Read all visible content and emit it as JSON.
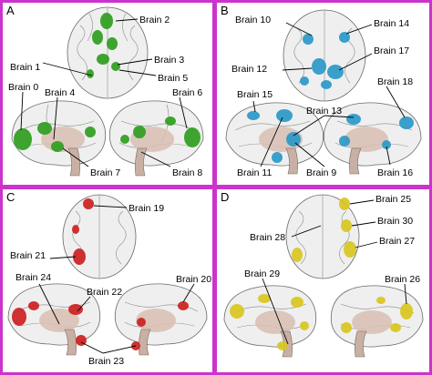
{
  "panels": [
    {
      "letter": "A",
      "blob_color": "#2e9e1e",
      "labels": [
        "Brain 2",
        "Brain 1",
        "Brain 3",
        "Brain 5",
        "Brain 0",
        "Brain 4",
        "Brain 6",
        "Brain 7",
        "Brain 8"
      ]
    },
    {
      "letter": "B",
      "blob_color": "#2a98c8",
      "labels": [
        "Brain 10",
        "Brain 14",
        "Brain 12",
        "Brain 17",
        "Brain 15",
        "Brain 18",
        "Brain 13",
        "Brain 11",
        "Brain 9",
        "Brain 16"
      ]
    },
    {
      "letter": "C",
      "blob_color": "#cc1f1f",
      "labels": [
        "Brain 19",
        "Brain 21",
        "Brain 24",
        "Brain 22",
        "Brain 20",
        "Brain 23"
      ]
    },
    {
      "letter": "D",
      "blob_color": "#d8c71e",
      "labels": [
        "Brain 25",
        "Brain 30",
        "Brain 28",
        "Brain 27",
        "Brain 29",
        "Brain 26"
      ]
    }
  ]
}
